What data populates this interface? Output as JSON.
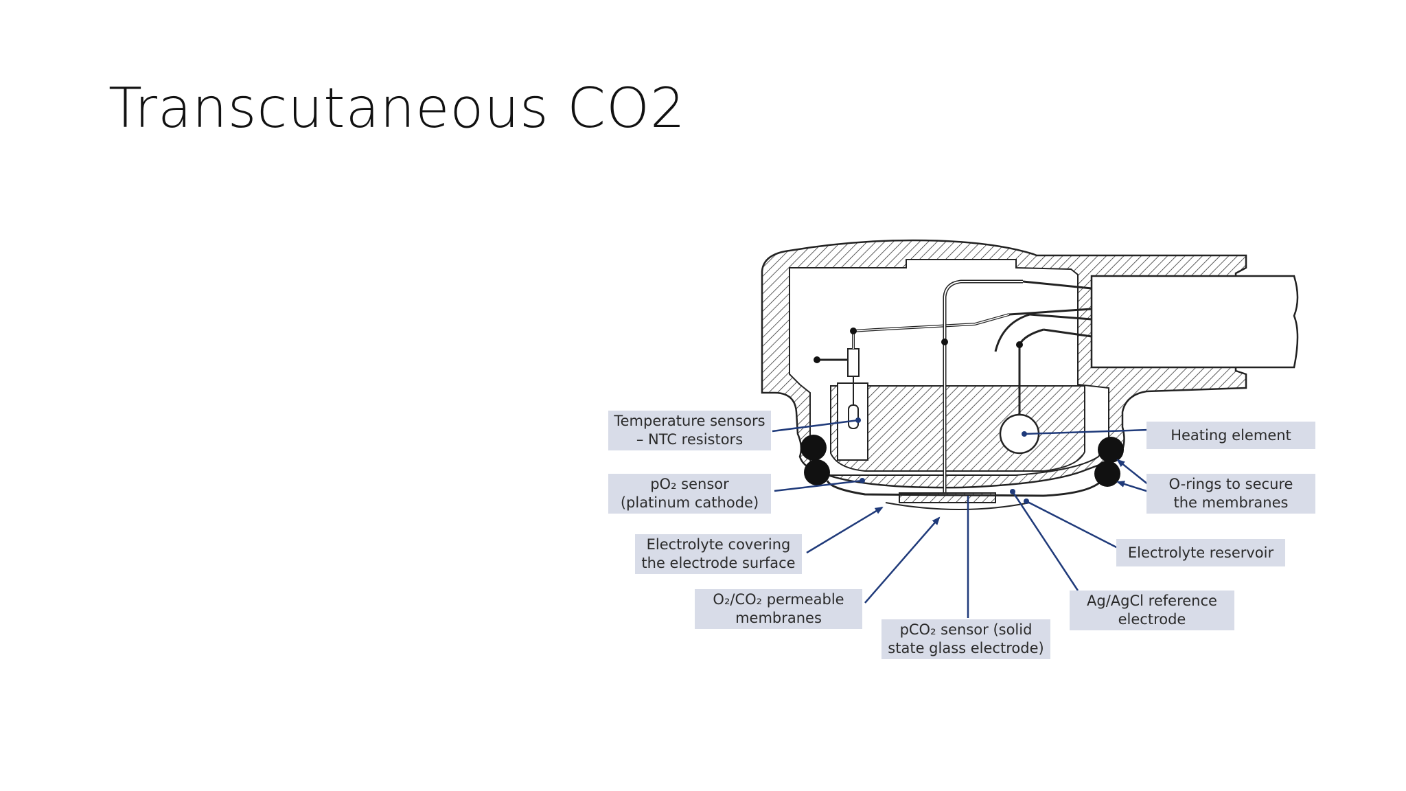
{
  "slide": {
    "title": "Transcutaneous CO2"
  },
  "diagram": {
    "labels": {
      "temperature": {
        "line1": "Temperature sensors",
        "line2": "– NTC resistors"
      },
      "po2": {
        "line1": "pO₂ sensor",
        "line2": "(platinum cathode)"
      },
      "electrolyte_cover": {
        "line1": "Electrolyte covering",
        "line2": "the electrode surface"
      },
      "membranes": {
        "line1": "O₂/CO₂ permeable",
        "line2": "membranes"
      },
      "pco2": {
        "line1": "pCO₂ sensor (solid",
        "line2": "state glass electrode)"
      },
      "heating": {
        "line1": "Heating element"
      },
      "orings": {
        "line1": "O-rings to secure",
        "line2": "the membranes"
      },
      "reservoir": {
        "line1": "Electrolyte reservoir"
      },
      "reference": {
        "line1": "Ag/AgCl reference",
        "line2": "electrode"
      }
    },
    "colors": {
      "label_bg": "#d8dce8",
      "arrow": "#1f3a7a",
      "ink": "#222222"
    }
  }
}
